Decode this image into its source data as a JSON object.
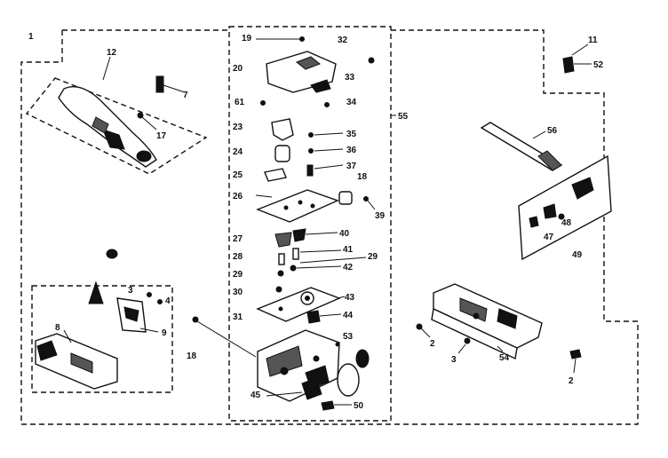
{
  "colors": {
    "ink": "#111111",
    "paper": "#ffffff",
    "shade": "#555555"
  },
  "labels": {
    "l1": "1",
    "l12": "12",
    "l7": "7",
    "l17": "17",
    "l19": "19",
    "l32": "32",
    "l20": "20",
    "l33": "33",
    "l61": "61",
    "l34": "34",
    "l23": "23",
    "l35": "35",
    "l36": "36",
    "l24": "24",
    "l37": "37",
    "l25": "25",
    "l18a": "18",
    "l26": "26",
    "l39": "39",
    "l55": "55",
    "l27": "27",
    "l40": "40",
    "l41": "41",
    "l28": "28",
    "l29a": "29",
    "l29b": "29",
    "l42": "42",
    "l30": "30",
    "l43": "43",
    "l31": "31",
    "l44": "44",
    "l53": "53",
    "l45": "45",
    "l50": "50",
    "l11": "11",
    "l52": "52",
    "l56": "56",
    "l48": "48",
    "l47": "47",
    "l49": "49",
    "l54": "54",
    "l2a": "2",
    "l3a": "3",
    "l2b": "2",
    "l3b": "3",
    "l4": "4",
    "l8": "8",
    "l9": "9",
    "l18b": "18"
  }
}
